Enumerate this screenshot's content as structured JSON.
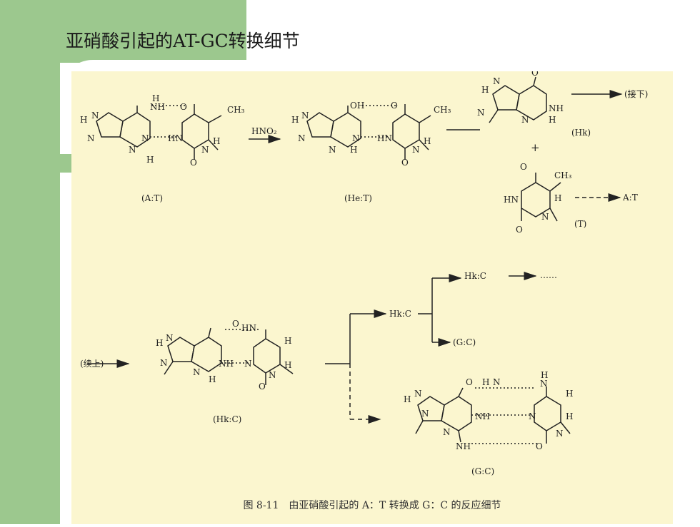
{
  "title": "亚硝酸引起的AT-GC转换细节",
  "caption": "图 8-11　由亚硝酸引起的 A：T 转换成 G：C 的反应细节",
  "labels": {
    "AT": "(A:T)",
    "HeT": "(He:T)",
    "Hk": "(Hk)",
    "T": "(T)",
    "HkC": "(Hk:C)",
    "GC": "(G:C)",
    "hno2": "HNO₂",
    "plus": "+",
    "next": "(接下)",
    "cont": "(续上)",
    "toAT": "A:T",
    "HkC_branch": "Hk:C",
    "HkC_top": "Hk:C",
    "dots": "……",
    "GC_branch": "(G:C)"
  }
}
